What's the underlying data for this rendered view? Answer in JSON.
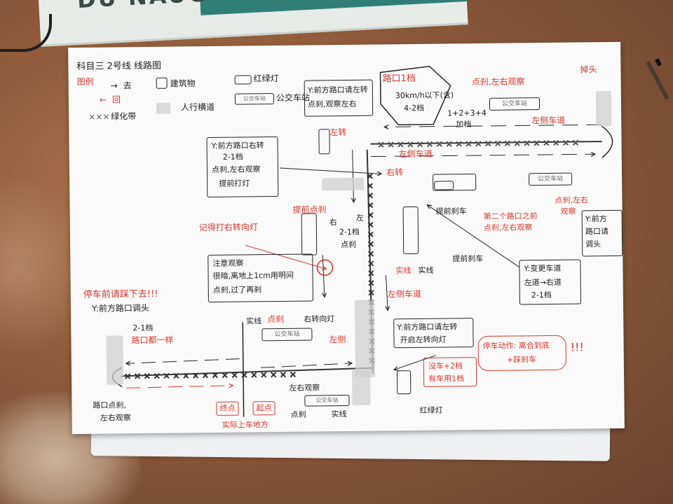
{
  "book": {
    "cover_text": "DU NAUG"
  },
  "diagram": {
    "title": "科目三  2号线  线路图",
    "legend": {
      "heading": "图例",
      "go": "去",
      "back": "回",
      "green_belt": "绿化带",
      "building": "建筑物",
      "crosswalk": "人行横道",
      "traffic_light": "红绿灯",
      "bus_stop_label": "公交车站",
      "bus_stop_icon_text": "公交车站"
    },
    "notes": {
      "top_left_box": [
        "Y:前方路口右转",
        "2-1档",
        "点刹,左右观察",
        "提前打灯"
      ],
      "top_mid_box": [
        "Y:前方路口请左转",
        "点刹,观察左右"
      ],
      "gear_bubble_title": "路口1档",
      "gear_bubble_body": [
        "30km/h以下(含)",
        "4-2档"
      ],
      "gear_up": "1+2+3+4",
      "gear_up2": "加档",
      "left_turn_top": "左转",
      "right_turn_top": "右转",
      "left_lane_top": "左侧车道",
      "left_lane_right": "左侧车道",
      "brake_observe_top": "点刹,左右观察",
      "u_turn_top": "掉头",
      "early_brake": "提前点刹",
      "remember_signal": "记得打右转向灯",
      "right_small": "右",
      "left_small": "左",
      "gear_21": "2-1档",
      "brake_small": "点刹",
      "early_brake2": "提前刹车",
      "early_brake3": "提前刹车",
      "right_box_top": [
        "第二个路口之前",
        "点刹,左右观察"
      ],
      "right_box_mid": [
        "点刹,左右",
        "观察"
      ],
      "right_u_turn_box": [
        "Y:前方",
        "路口请",
        "调头"
      ],
      "lane_change_box": [
        "Y:变更车道",
        "左道→右道",
        "2-1档"
      ],
      "solid_line": "实线",
      "solid_line2": "实线",
      "solid_line3": "实线",
      "left_lane_mid": "左侧车道",
      "center_box": [
        "注意观察",
        "很暗,离地上1cm用明间",
        "点刹,过了再刹"
      ],
      "brake_label": "点刹",
      "right_signal": "右转向灯",
      "left_side": "左侧",
      "stop_remind": "停车前请踩下去!!!",
      "u_turn_bottom": "Y:前方路口调头",
      "gear_21_b": "2-1档",
      "same_as_crossing": "路口都一样",
      "bottom_left": [
        "路口点刹,",
        "左右观察"
      ],
      "end_point": "终点",
      "start_point": "起点",
      "actual_place": "实际上车地方",
      "bottom_observe": "左右观察",
      "bottom_brake": "点刹",
      "left_turn_box": [
        "Y:前方路口请左转",
        "开启左转向灯"
      ],
      "stop_gear_box": [
        "没车+2档",
        "有车用1档"
      ],
      "stop_action_box": [
        "停车动作: 离合到底",
        "+踩刹车"
      ],
      "exclaim": "!!!",
      "traffic_light_bottom": "红绿灯"
    }
  },
  "colors": {
    "ink": "#1b1b1b",
    "red": "#d9362b",
    "paper": "#fafafa",
    "desk": "#8e5a3a"
  }
}
